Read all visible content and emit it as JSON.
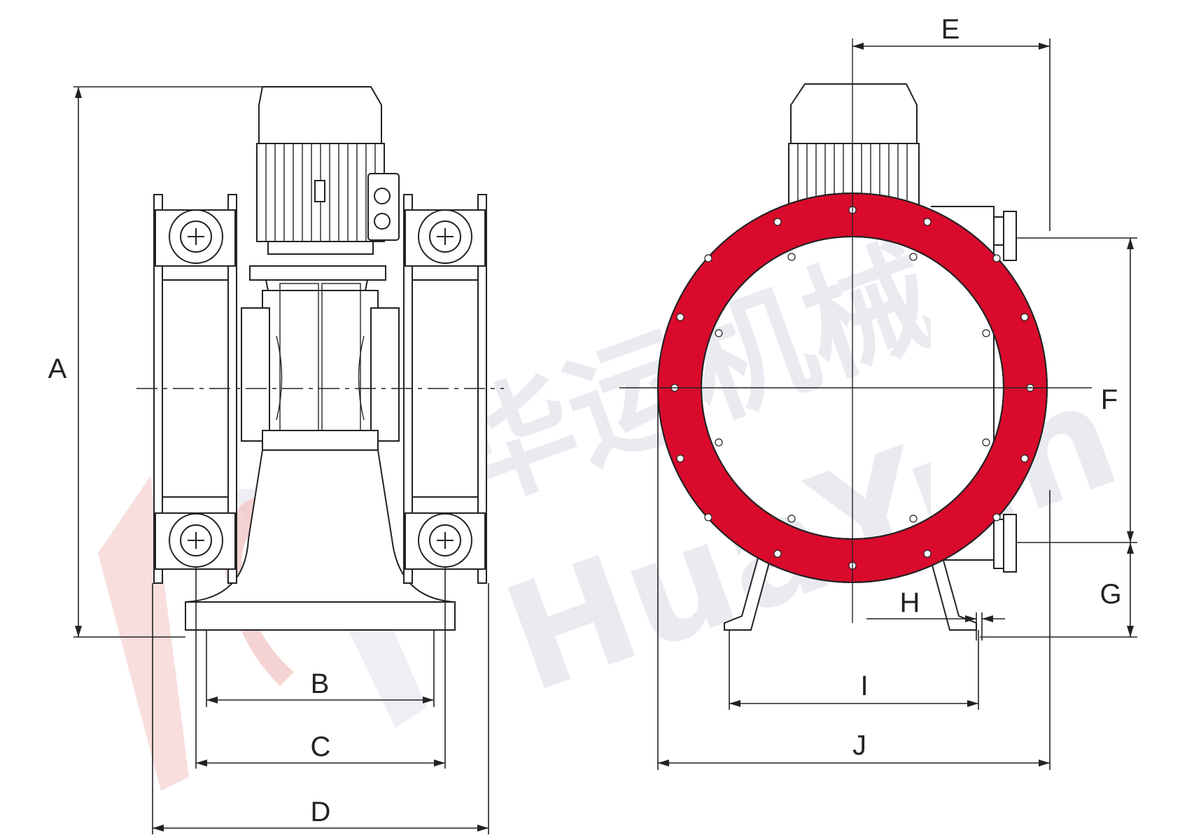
{
  "colors": {
    "ring": "#d90a2c",
    "line": "#222222",
    "watermark_text": "#d8dbe6",
    "watermark_logo": "#f7d6d6"
  },
  "watermark": {
    "cn": "华运机械",
    "en": "HuaYun"
  },
  "dimension_labels": {
    "A": "A",
    "B": "B",
    "C": "C",
    "D": "D",
    "E": "E",
    "F": "F",
    "G": "G",
    "H": "H",
    "I": "I",
    "J": "J"
  }
}
